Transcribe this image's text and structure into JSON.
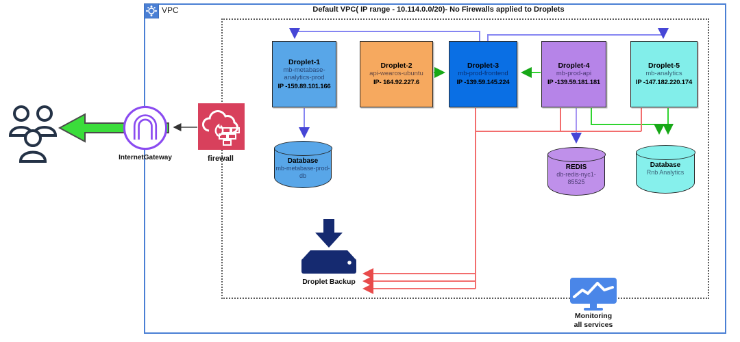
{
  "vpc": {
    "label": "VPC",
    "title": "Default VPC( IP range - 10.114.0.0/20)- No Firewalls applied to Droplets"
  },
  "external": {
    "internet_gateway_label": "InternetGateway",
    "firewall_label": "firewall"
  },
  "droplets": [
    {
      "title": "Droplet-1",
      "name": "mb-metabase-analytics-prod",
      "ip": "IP -159.89.101.166",
      "color": "#58a6e8"
    },
    {
      "title": "Droplet-2",
      "name": "api-wearos-ubuntu",
      "ip": "IP- 164.92.227.6",
      "color": "#f6a95f"
    },
    {
      "title": "Droplet-3",
      "name": "mb-prod-frontend",
      "ip": "IP -139.59.145.224",
      "color": "#0a6fe4"
    },
    {
      "title": "Droplet-4",
      "name": "mb-prod-api",
      "ip": "IP -139.59.181.181",
      "color": "#b684e8"
    },
    {
      "title": "Droplet-5",
      "name": "mb-analytics",
      "ip": "IP -147.182.220.174",
      "color": "#82eeea"
    }
  ],
  "databases": [
    {
      "title": "Database",
      "name": "mb-metabase-prod-db",
      "color": "#58a6e8"
    },
    {
      "title": "REDIS",
      "name": "db-redis-nyc1-85525",
      "color": "#bf90ea"
    },
    {
      "title": "Database",
      "name": "Rnb Analytics",
      "color": "#86f0ec"
    }
  ],
  "backup": {
    "label": "Droplet Backup"
  },
  "monitoring": {
    "line1": "Monitoring",
    "line2": "all services"
  },
  "colors": {
    "vpc_border": "#4a7fd4",
    "firewall_red": "#d8405c",
    "gateway_purple": "#8a4bf0",
    "backup_navy": "#152a70",
    "monitor_blue": "#4a86e8",
    "edge_violet": "#8585f2",
    "edge_green": "#2fd42f",
    "edge_red": "#f26d6d",
    "big_arrow_green": "#3bdd3b"
  },
  "connections": [
    {
      "from": "Droplet-3",
      "to": "Droplet-1",
      "color": "violet"
    },
    {
      "from": "Droplet-3",
      "to": "Droplet-5",
      "color": "violet"
    },
    {
      "from": "Droplet-2",
      "to": "Droplet-3",
      "color": "green"
    },
    {
      "from": "Droplet-4",
      "to": "Droplet-3",
      "color": "green"
    },
    {
      "from": "Droplet-1",
      "to": "mb-metabase-prod-db",
      "color": "violet"
    },
    {
      "from": "Droplet-4",
      "to": "db-redis-nyc1-85525",
      "color": "violet"
    },
    {
      "from": "Droplet-4",
      "to": "Rnb Analytics",
      "color": "green"
    },
    {
      "from": "Droplet-5",
      "to": "Rnb Analytics",
      "color": "green"
    },
    {
      "from": "Droplet-3/4/5",
      "to": "Droplet Backup",
      "color": "red"
    },
    {
      "from": "firewall",
      "to": "InternetGateway",
      "color": "black"
    },
    {
      "from": "InternetGateway",
      "to": "users",
      "color": "green-arrow"
    }
  ]
}
